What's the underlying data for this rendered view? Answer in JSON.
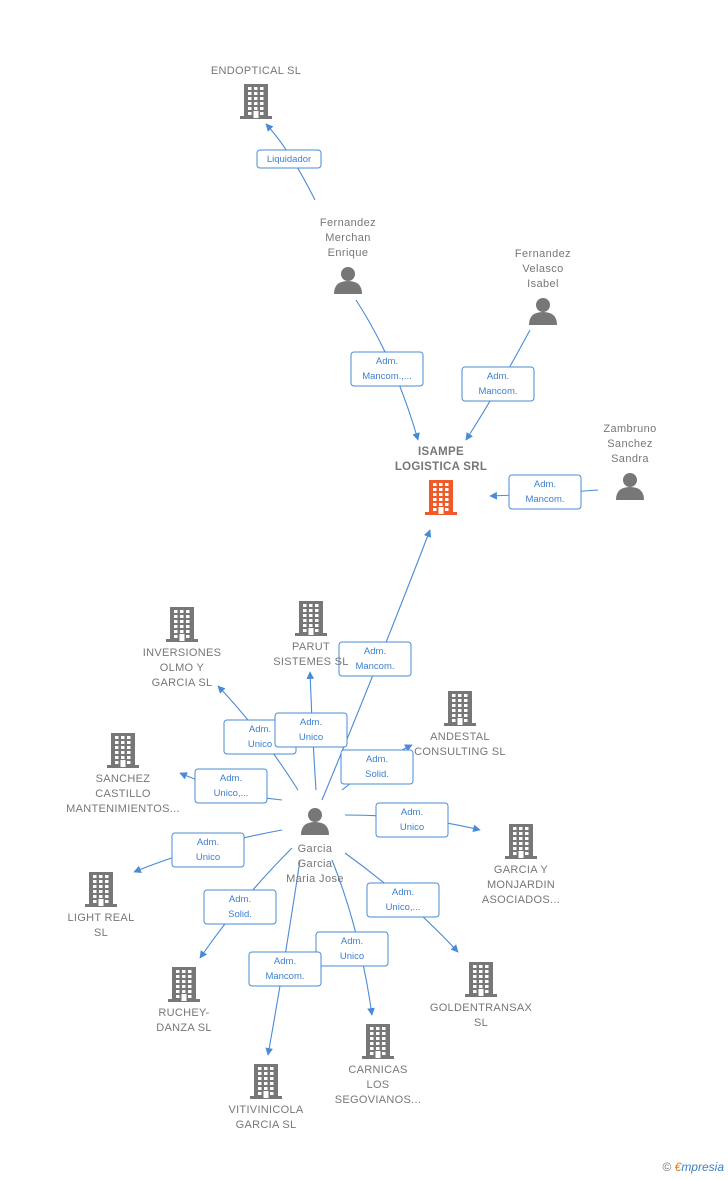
{
  "colors": {
    "edge": "#4a8bd6",
    "company_icon": "#777777",
    "main_company_icon": "#f05a28",
    "person_icon": "#777777",
    "label": "#777777"
  },
  "nodes": [
    {
      "id": "endoptical",
      "type": "company",
      "lines": [
        "ENDOPTICAL SL"
      ]
    },
    {
      "id": "fernandez_merchan",
      "type": "person",
      "lines": [
        "Fernandez",
        "Merchan",
        "Enrique"
      ]
    },
    {
      "id": "fernandez_velasco",
      "type": "person",
      "lines": [
        "Fernandez",
        "Velasco",
        "Isabel"
      ]
    },
    {
      "id": "isampe",
      "type": "company",
      "main": true,
      "lines": [
        "ISAMPE",
        "LOGISTICA SRL"
      ]
    },
    {
      "id": "zambruno",
      "type": "person",
      "lines": [
        "Zambruno",
        "Sanchez",
        "Sandra"
      ]
    },
    {
      "id": "inversiones",
      "type": "company",
      "lines": [
        "INVERSIONES",
        "OLMO Y",
        "GARCIA SL"
      ]
    },
    {
      "id": "parut",
      "type": "company",
      "lines": [
        "PARUT",
        "SISTEMES  SL"
      ]
    },
    {
      "id": "andestal",
      "type": "company",
      "lines": [
        "ANDESTAL",
        "CONSULTING SL"
      ]
    },
    {
      "id": "sanchez_castillo",
      "type": "company",
      "lines": [
        "SANCHEZ",
        "CASTILLO",
        "MANTENIMIENTOS..."
      ]
    },
    {
      "id": "garcia_maria",
      "type": "person",
      "lines": [
        "Garcia",
        "Garcia",
        "Maria Jose"
      ]
    },
    {
      "id": "garcia_monjardin",
      "type": "company",
      "lines": [
        "GARCIA Y",
        "MONJARDIN",
        "ASOCIADOS..."
      ]
    },
    {
      "id": "light_real",
      "type": "company",
      "lines": [
        "LIGHT REAL",
        "SL"
      ]
    },
    {
      "id": "ruchey",
      "type": "company",
      "lines": [
        "RUCHEY-",
        "DANZA  SL"
      ]
    },
    {
      "id": "goldentransax",
      "type": "company",
      "lines": [
        "GOLDENTRANSAX",
        "SL"
      ]
    },
    {
      "id": "carnicas",
      "type": "company",
      "lines": [
        "CARNICAS",
        "LOS",
        "SEGOVIANOS..."
      ]
    },
    {
      "id": "vitivinicola",
      "type": "company",
      "lines": [
        "VITIVINICOLA",
        "GARCIA SL"
      ]
    }
  ],
  "edges": [
    {
      "from": "fernandez_merchan",
      "to": "endoptical",
      "label": [
        "Liquidador"
      ]
    },
    {
      "from": "fernandez_merchan",
      "to": "isampe",
      "label": [
        "Adm.",
        "Mancom.,..."
      ]
    },
    {
      "from": "fernandez_velasco",
      "to": "isampe",
      "label": [
        "Adm.",
        "Mancom."
      ]
    },
    {
      "from": "zambruno",
      "to": "isampe",
      "label": [
        "Adm.",
        "Mancom."
      ]
    },
    {
      "from": "garcia_maria",
      "to": "isampe",
      "label": [
        "Adm.",
        "Mancom."
      ]
    },
    {
      "from": "garcia_maria",
      "to": "inversiones",
      "label": [
        "Adm.",
        "Unico"
      ]
    },
    {
      "from": "garcia_maria",
      "to": "parut",
      "label": [
        "Adm.",
        "Unico"
      ]
    },
    {
      "from": "garcia_maria",
      "to": "andestal",
      "label": [
        "Adm.",
        "Solid."
      ]
    },
    {
      "from": "garcia_maria",
      "to": "sanchez_castillo",
      "label": [
        "Adm.",
        "Unico,..."
      ]
    },
    {
      "from": "garcia_maria",
      "to": "garcia_monjardin",
      "label": [
        "Adm.",
        "Unico"
      ]
    },
    {
      "from": "garcia_maria",
      "to": "light_real",
      "label": [
        "Adm.",
        "Unico"
      ]
    },
    {
      "from": "garcia_maria",
      "to": "ruchey",
      "label": [
        "Adm.",
        "Solid."
      ]
    },
    {
      "from": "garcia_maria",
      "to": "goldentransax",
      "label": [
        "Adm.",
        "Unico,..."
      ]
    },
    {
      "from": "garcia_maria",
      "to": "carnicas",
      "label": [
        "Adm.",
        "Unico"
      ]
    },
    {
      "from": "garcia_maria",
      "to": "vitivinicola",
      "label": [
        "Adm.",
        "Mancom."
      ]
    }
  ],
  "footer": {
    "copyright": "©",
    "brand_first": "€",
    "brand_rest": "mpresia"
  }
}
